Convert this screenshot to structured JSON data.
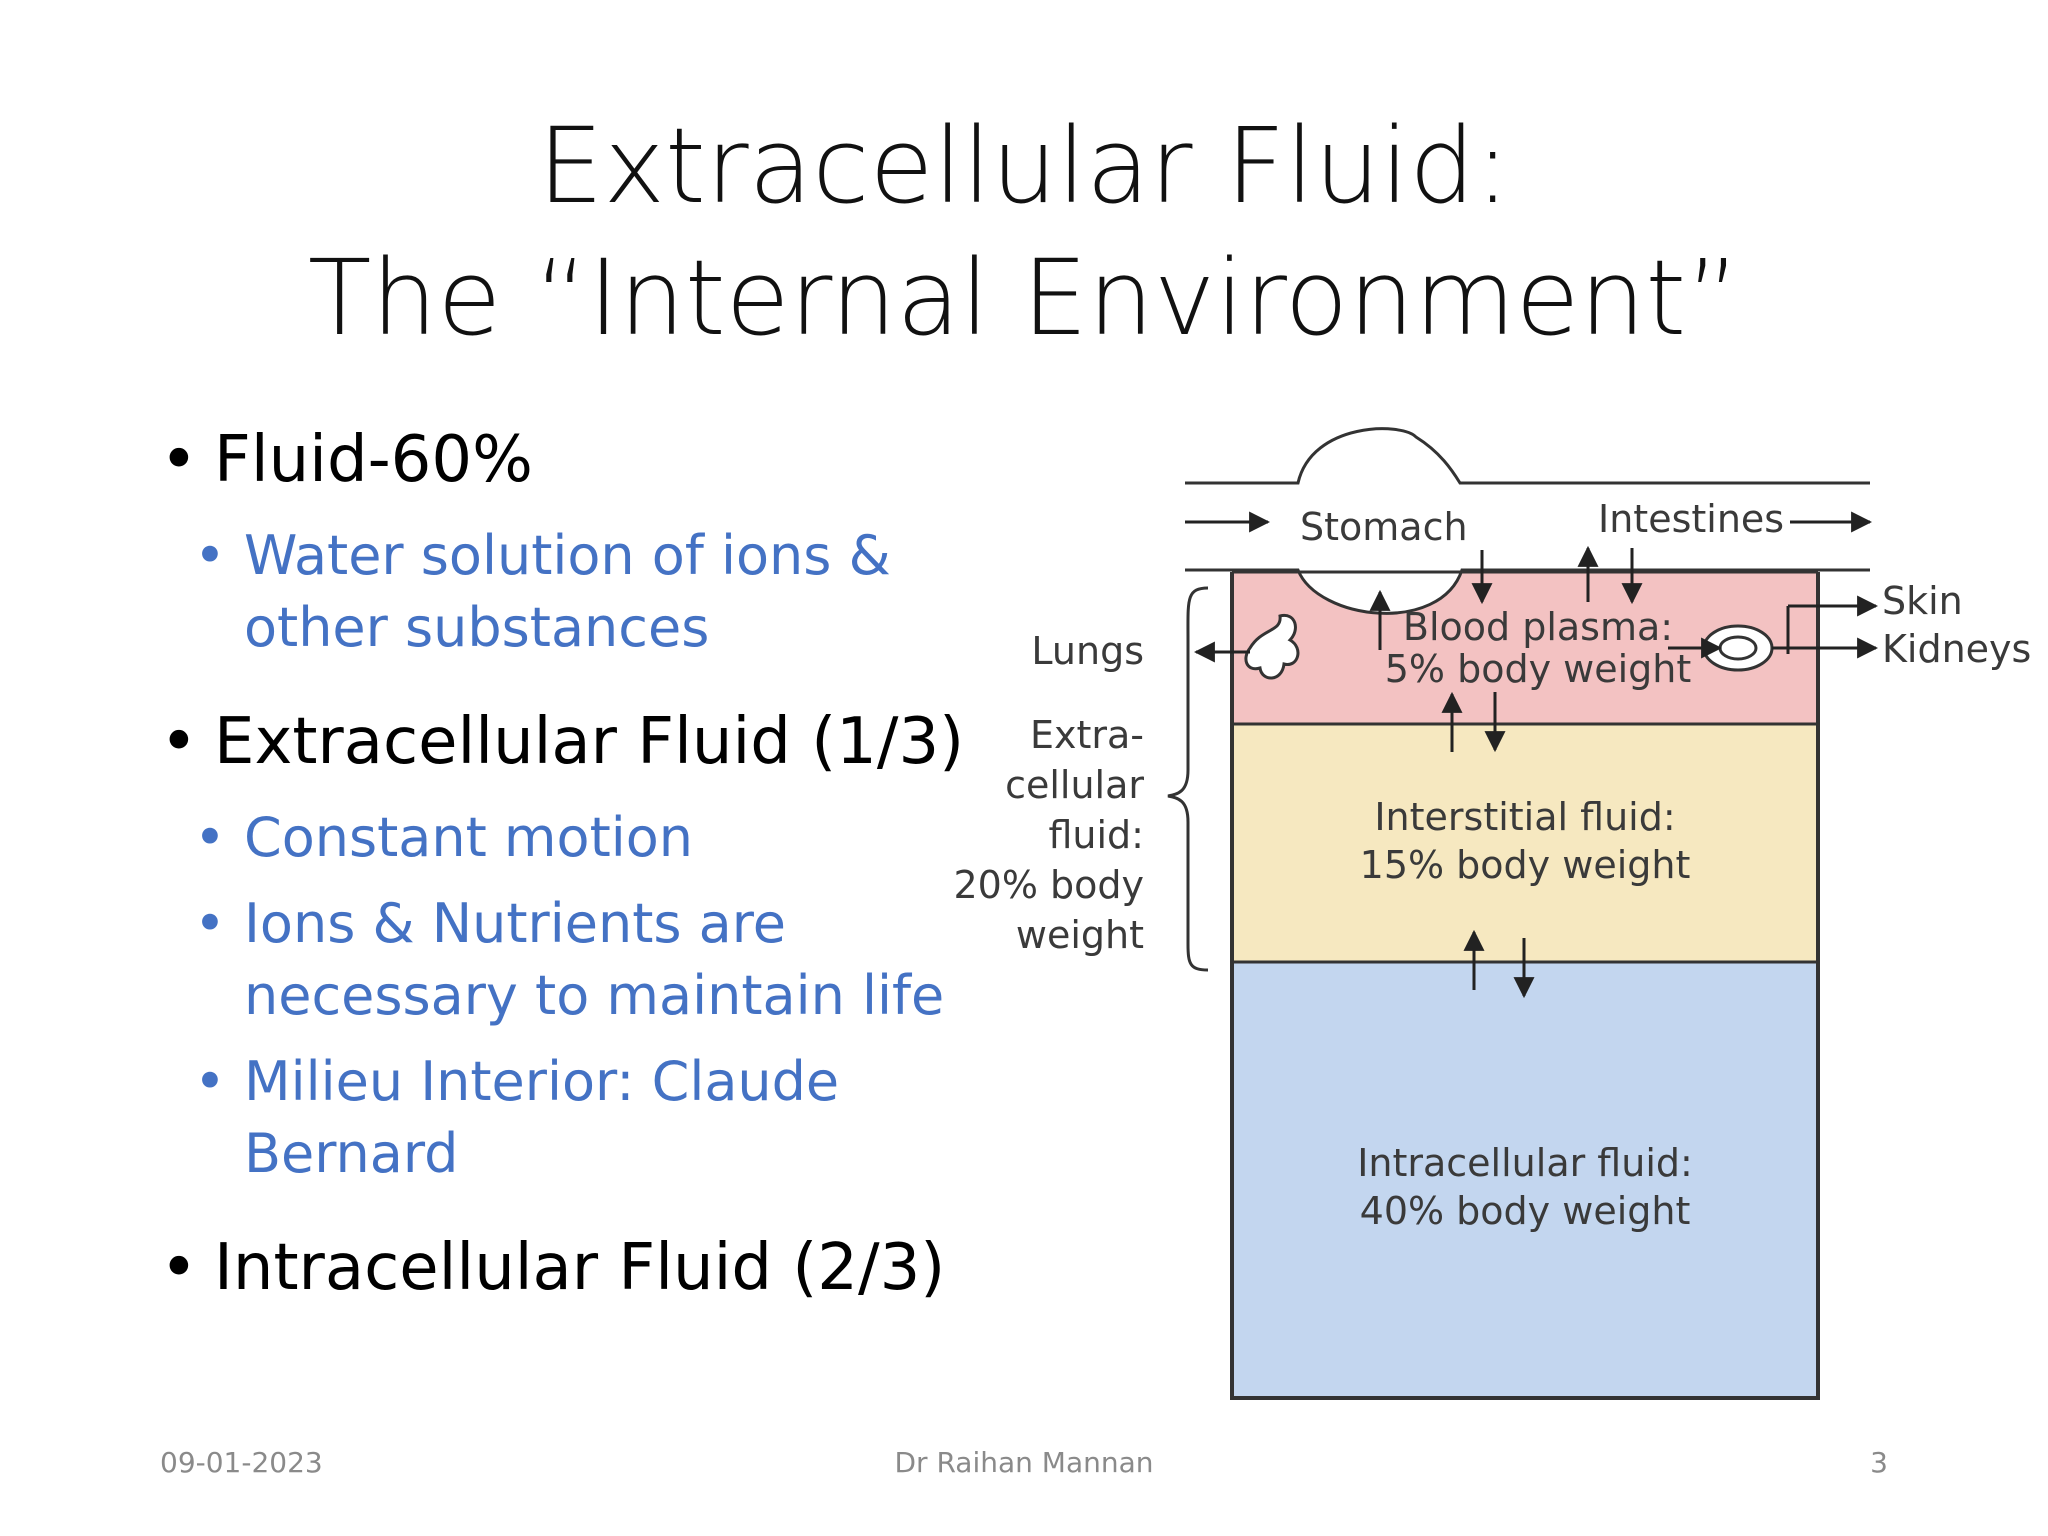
{
  "title": {
    "line1": "Extracellular Fluid:",
    "line2": "The “Internal Environment”"
  },
  "bullets": {
    "fluid": "Fluid-60%",
    "fluid_sub": "Water solution of ions & other substances",
    "ecf": "Extracellular Fluid (1/3)",
    "ecf_sub1": "Constant motion",
    "ecf_sub2": "Ions & Nutrients are necessary to maintain life",
    "ecf_sub3": "Milieu Interior: Claude Bernard",
    "icf": "Intracellular Fluid (2/3)"
  },
  "diagram": {
    "stomach": "Stomach",
    "intestines": "Intestines",
    "lungs": "Lungs",
    "ecf_label": [
      "Extra-",
      "cellular",
      "fluid:",
      "20% body",
      "weight"
    ],
    "skin": "Skin",
    "kidneys": "Kidneys",
    "plasma": [
      "Blood plasma:",
      "5% body weight"
    ],
    "interstitial": [
      "Interstitial fluid:",
      "15% body weight"
    ],
    "intracellular": [
      "Intracellular fluid:",
      "40% body weight"
    ],
    "colors": {
      "plasma": "#f3c2c2",
      "interstitial": "#f6e8c0",
      "intracellular": "#c3d6ef"
    }
  },
  "footer": {
    "date": "09-01-2023",
    "author": "Dr Raihan Mannan",
    "page": "3"
  }
}
